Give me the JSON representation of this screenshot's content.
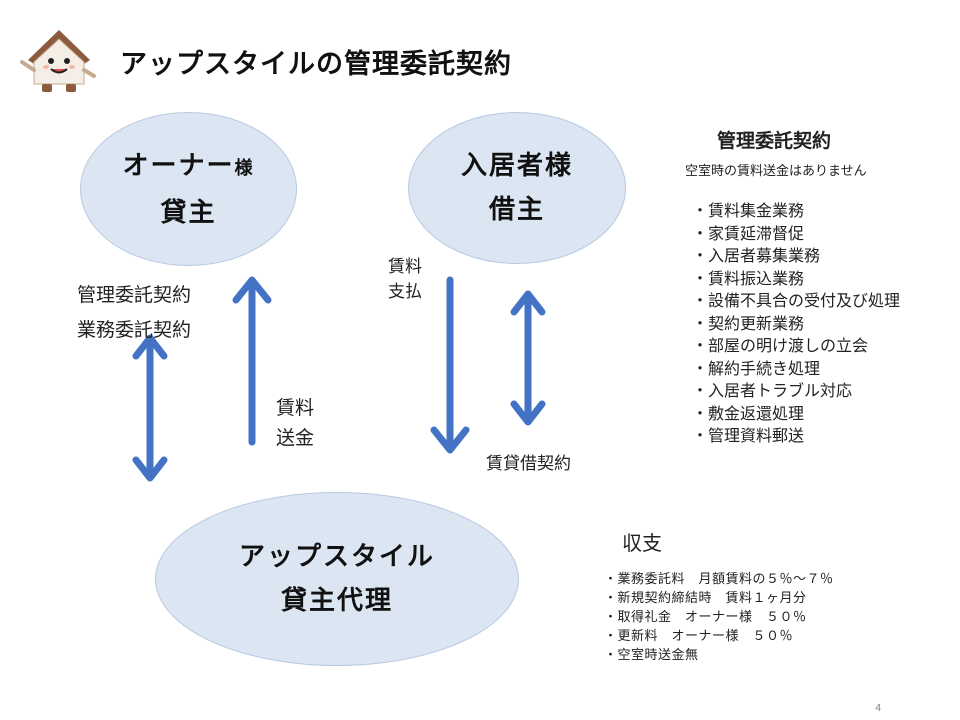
{
  "title": "アップスタイルの管理委託契約",
  "mascot_icon": "house-mascot-icon",
  "owner": {
    "line1": "オーナー",
    "line1_suffix": "様",
    "line2": "貸主"
  },
  "tenant": {
    "line1": "入居者様",
    "line2": "借主"
  },
  "company": {
    "line1": "アップスタイル",
    "line2": "貸主代理"
  },
  "labels": {
    "contract1": "管理委託契約",
    "contract2": "業務委託契約",
    "rent_remit1": "賃料",
    "rent_remit2": "送金",
    "rent_pay1": "賃料",
    "rent_pay2": "支払",
    "lease_contract": "賃貸借契約"
  },
  "side": {
    "title": "管理委託契約",
    "note": "空室時の賃料送金はありません",
    "items": [
      "・賃料集金業務",
      "・家賃延滞督促",
      "・入居者募集業務",
      "・賃料振込業務",
      "・設備不具合の受付及び処理",
      "・契約更新業務",
      "・部屋の明け渡しの立会",
      "・解約手続き処理",
      "・入居者トラブル対応",
      "・敷金返還処理",
      "・管理資料郵送"
    ]
  },
  "income": {
    "title": "収支",
    "items": [
      "・業務委託料　月額賃料の５％～７％",
      "・新規契約締結時　賃料１ヶ月分",
      "・取得礼金　オーナー様　５０％",
      "・更新料　オーナー様　５０％",
      "・空室時送金無"
    ]
  },
  "page_number": "4",
  "colors": {
    "arrow": "#4472c4",
    "ellipse_fill": "#dce6f2",
    "ellipse_border": "#b7c9e2"
  }
}
